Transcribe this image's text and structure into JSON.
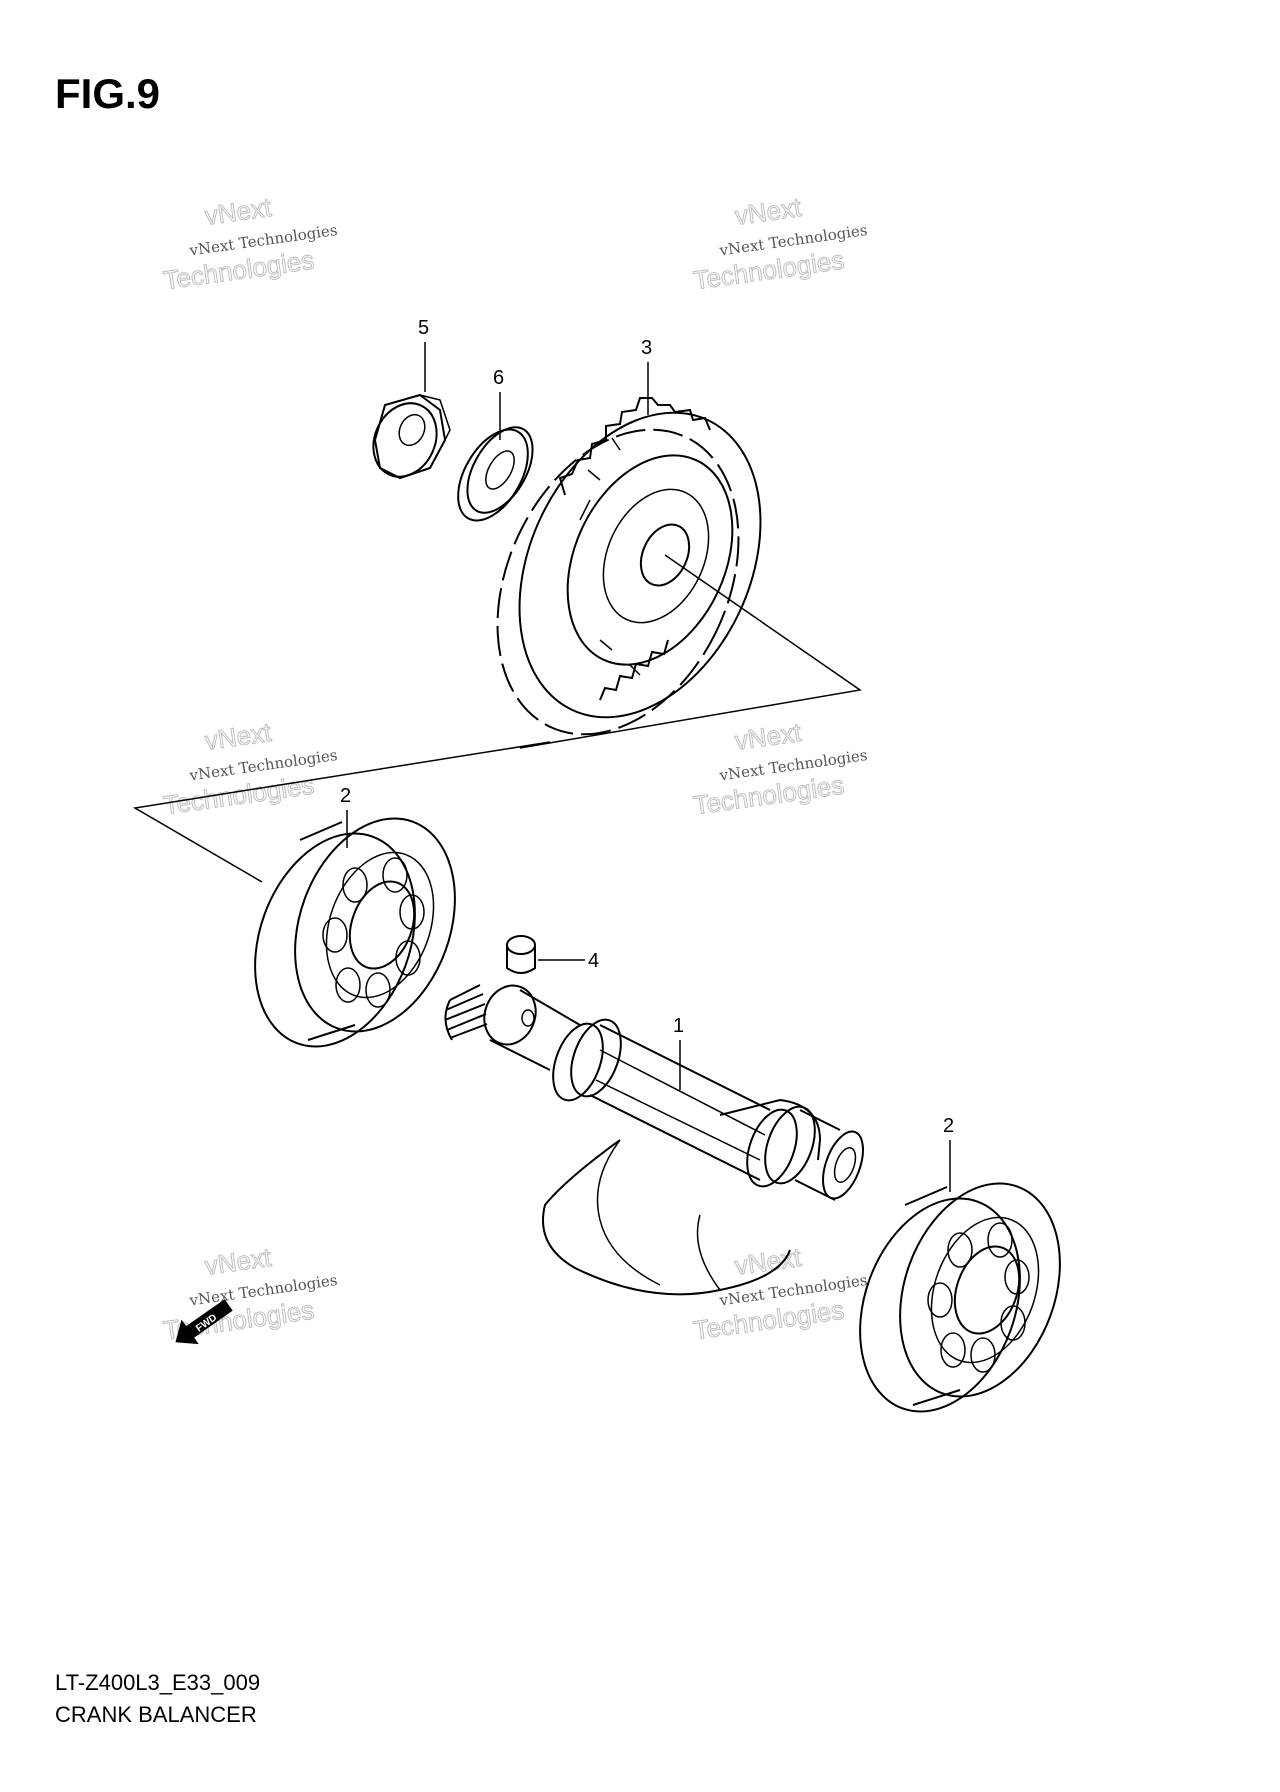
{
  "figure": {
    "title": "FIG.9"
  },
  "footer": {
    "code": "LT-Z400L3_E33_009",
    "name": "CRANK BALANCER"
  },
  "watermark": {
    "line1": "vNext Technologies",
    "line2": "vNext",
    "line3": "Technologies"
  },
  "callouts": {
    "part_1": "1",
    "part_2a": "2",
    "part_2b": "2",
    "part_3": "3",
    "part_4": "4",
    "part_5": "5",
    "part_6": "6"
  },
  "direction_marker": {
    "label": "FWD"
  }
}
